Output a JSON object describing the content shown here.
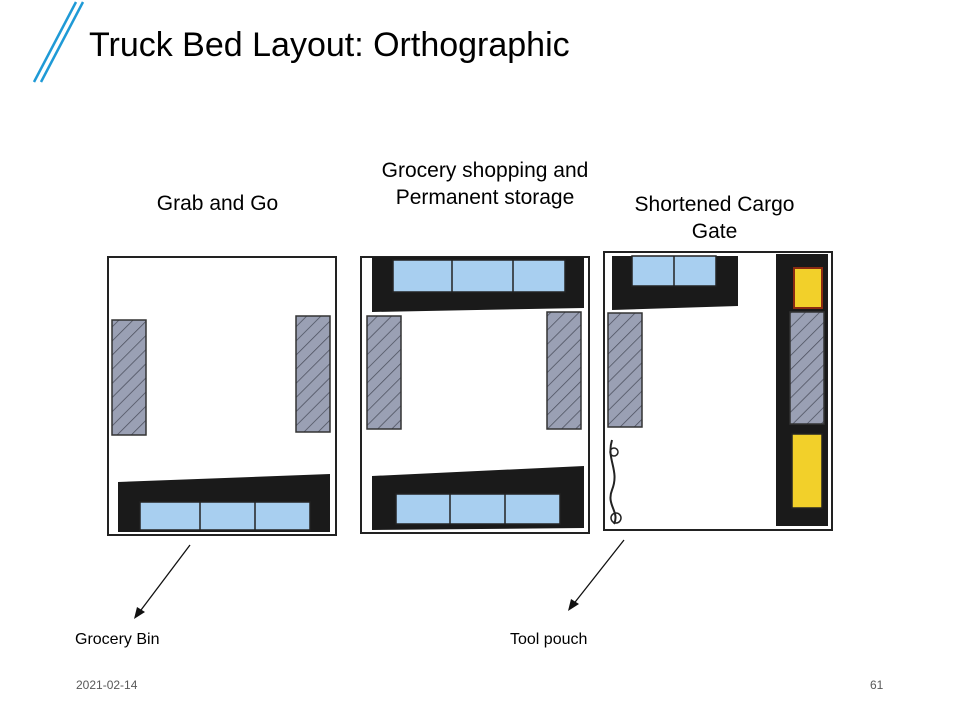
{
  "slide": {
    "title": "Truck Bed Layout: Orthographic",
    "date": "2021-02-14",
    "page_number": "61"
  },
  "layouts": [
    {
      "label": "Grab and Go"
    },
    {
      "label": "Grocery shopping and Permanent storage"
    },
    {
      "label": "Shortened Cargo Gate"
    }
  ],
  "callouts": {
    "left": "Grocery Bin",
    "right": "Tool pouch"
  },
  "colors": {
    "accent": "#1f9ad6",
    "bin_window": "#a8cff0",
    "hatch": "#9aa0b4",
    "bin_frame": "#1a1a1a",
    "yellow_box": "#f2d02a"
  }
}
